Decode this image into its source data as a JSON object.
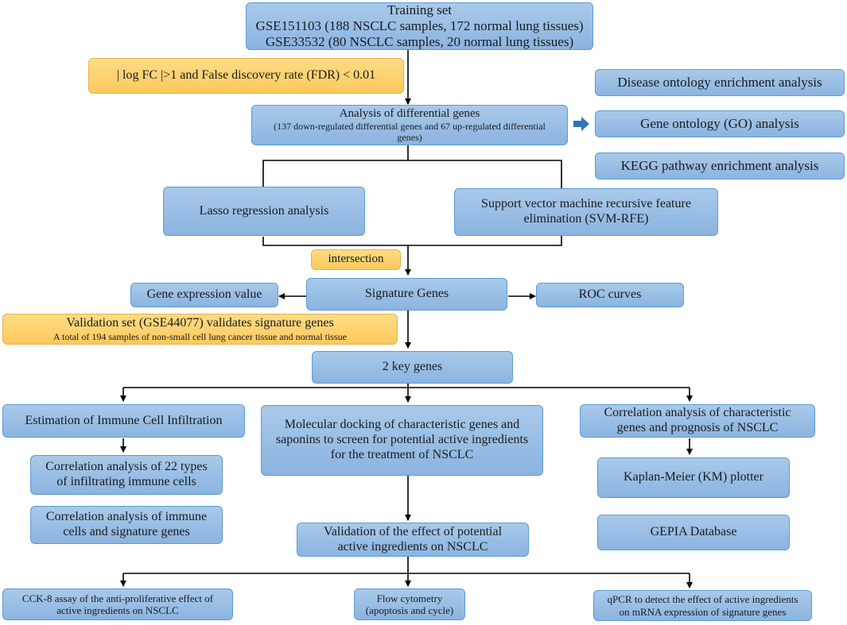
{
  "training": {
    "title": "Training set",
    "line1": "GSE151103 (188 NSCLC samples, 172 normal lung tissues)",
    "line2": "GSE33532 (80 NSCLC samples, 20 normal lung tissues)"
  },
  "criteria": "| log FC |>1 and False discovery rate (FDR) < 0.01",
  "deg": {
    "title": "Analysis of differential genes",
    "detail": "(137 down-regulated differential genes and 67 up-regulated differential genes)"
  },
  "enrichment": {
    "do": "Disease ontology enrichment analysis",
    "go": "Gene ontology (GO) analysis",
    "kegg": "KEGG pathway enrichment analysis"
  },
  "lasso": "Lasso regression analysis",
  "svm": {
    "line1": "Support vector machine recursive feature",
    "line2": "elimination (SVM-RFE)"
  },
  "intersection": "intersection",
  "signature": "Signature Genes",
  "gene_expr": "Gene expression value",
  "roc": "ROC curves",
  "validation": {
    "title": "Validation set (GSE44077) validates signature genes",
    "detail": "A total of 194 samples of non-small cell lung cancer tissue and normal tissue"
  },
  "key_genes": "2 key genes",
  "immune": {
    "estimation": "Estimation of Immune Cell Infiltration",
    "corr22": {
      "line1": "Correlation analysis of 22 types",
      "line2": "of infiltrating immune cells"
    },
    "corr_sig": {
      "line1": "Correlation analysis of immune",
      "line2": "cells and signature genes"
    }
  },
  "docking": {
    "line1": "Molecular docking of characteristic genes and",
    "line2": "saponins to screen for potential active ingredients",
    "line3": "for the treatment of NSCLC"
  },
  "prognosis": {
    "line1": "Correlation analysis of characteristic",
    "line2": "genes and prognosis of NSCLC",
    "km": "Kaplan-Meier (KM) plotter",
    "gepia": "GEPIA Database"
  },
  "effect": {
    "line1": "Validation of the effect of potential",
    "line2": "active ingredients on NSCLC"
  },
  "cck8": {
    "line1": "CCK-8 assay of the anti-proliferative effect of",
    "line2": "active ingredients on NSCLC"
  },
  "flow": {
    "line1": "Flow cytometry",
    "line2": "(apoptosis and cycle)"
  },
  "qpcr": {
    "line1": "qPCR to detect the effect of active ingredients",
    "line2": "on mRNA expression of signature genes"
  },
  "colors": {
    "box_fill": "#9dc3e6",
    "box_border": "#5b9bd5",
    "note_fill": "#ffd06e",
    "arrow_blue": "#2e75b6"
  }
}
